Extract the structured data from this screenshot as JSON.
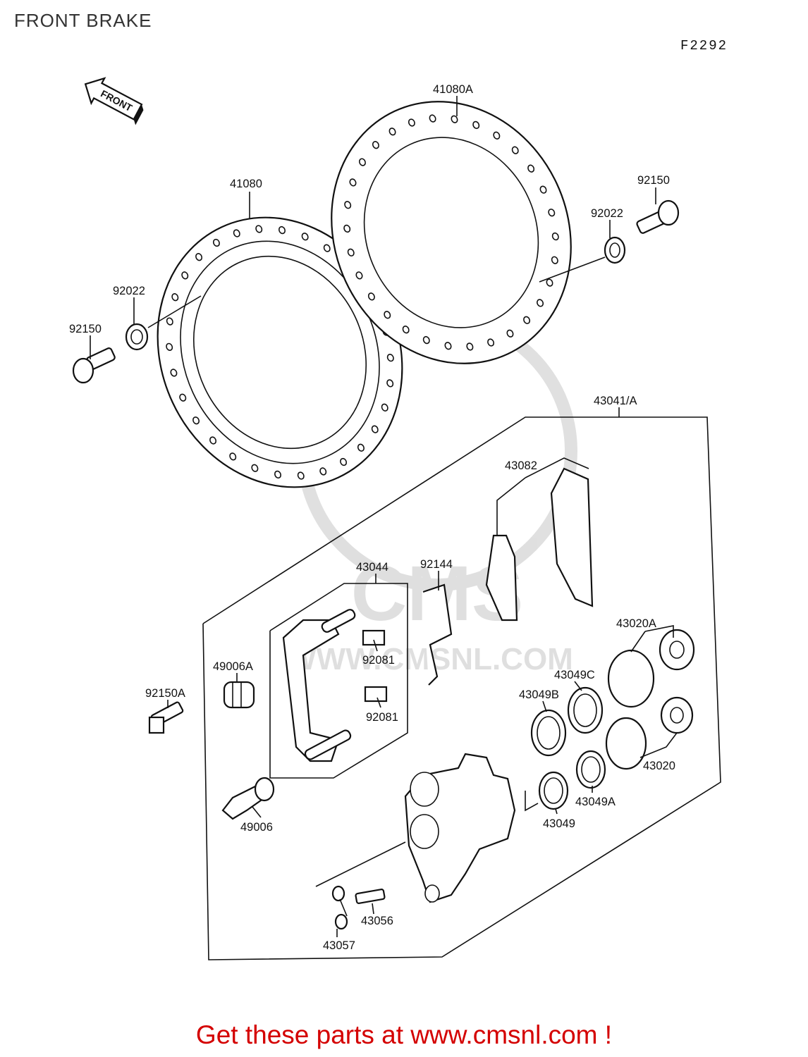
{
  "title": "FRONT BRAKE",
  "figure_code": "F2292",
  "front_arrow_label": "FRONT",
  "labels": {
    "p41080": "41080",
    "p41080A": "41080A",
    "p92022_left": "92022",
    "p92022_right": "92022",
    "p92150_left": "92150",
    "p92150_right": "92150",
    "p43041A": "43041/A",
    "p43082": "43082",
    "p43044": "43044",
    "p92144": "92144",
    "p92081_a": "92081",
    "p92081_b": "92081",
    "p49006A": "49006A",
    "p92150A": "92150A",
    "p43020A": "43020A",
    "p43049C": "43049C",
    "p43049B": "43049B",
    "p43020": "43020",
    "p43049A": "43049A",
    "p43049": "43049",
    "p49006": "49006",
    "p43056": "43056",
    "p43057": "43057"
  },
  "watermark": {
    "main": "CMS",
    "url": "WWW.CMSNL.COM"
  },
  "footer": "Get these parts at www.cmsnl.com !"
}
